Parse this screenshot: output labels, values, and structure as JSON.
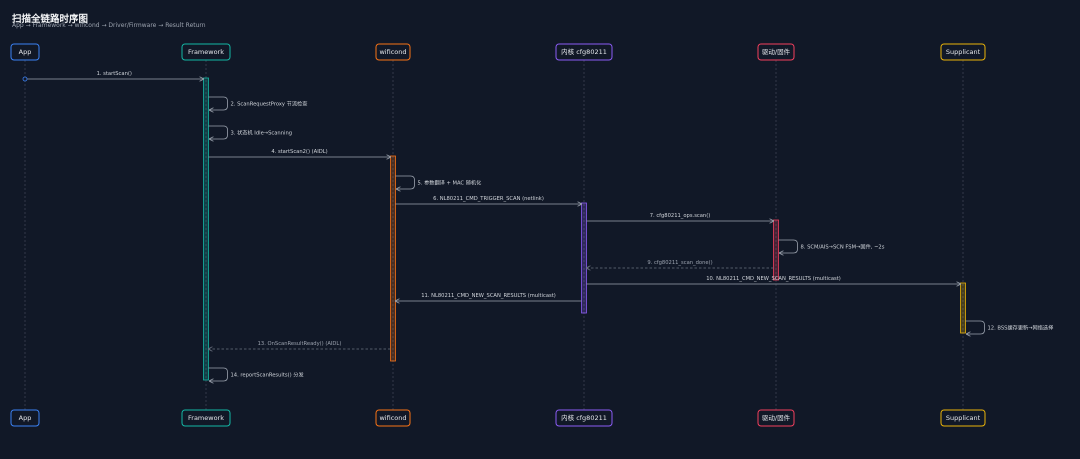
{
  "diagram": {
    "title": "扫描全链路时序图",
    "subtitle": "App → Framework → wificond → Driver/Firmware → Result Return"
  },
  "participants": [
    {
      "id": "app",
      "label": "App",
      "color": "#3b82f6"
    },
    {
      "id": "framework",
      "label": "Framework",
      "color": "#14b8a6"
    },
    {
      "id": "wificond",
      "label": "wificond",
      "color": "#f97316"
    },
    {
      "id": "kernel",
      "label": "内核 cfg80211",
      "color": "#8b5cf6"
    },
    {
      "id": "driver",
      "label": "驱动/固件",
      "color": "#f43f5e"
    },
    {
      "id": "supplicant",
      "label": "Supplicant",
      "color": "#eab308"
    }
  ],
  "activations": [
    {
      "participant": "framework",
      "from": 0,
      "to": 13
    },
    {
      "participant": "wificond",
      "from": 3,
      "to": 12
    },
    {
      "participant": "kernel",
      "from": 5,
      "to": 10
    },
    {
      "participant": "driver",
      "from": 6,
      "to": 8
    },
    {
      "participant": "supplicant",
      "from": 9,
      "to": 11
    }
  ],
  "messages": [
    {
      "from": "app",
      "to": "framework",
      "kind": "call",
      "label": "1. startScan()"
    },
    {
      "from": "framework",
      "to": "framework",
      "kind": "self",
      "label": "2. ScanRequestProxy 节流检查"
    },
    {
      "from": "framework",
      "to": "framework",
      "kind": "self",
      "label": "3. 状态机 Idle→Scanning"
    },
    {
      "from": "framework",
      "to": "wificond",
      "kind": "call",
      "label": "4. startScan2() (AIDL)"
    },
    {
      "from": "wificond",
      "to": "wificond",
      "kind": "self",
      "label": "5. 参数翻译 + MAC 随机化"
    },
    {
      "from": "wificond",
      "to": "kernel",
      "kind": "call",
      "label": "6. NL80211_CMD_TRIGGER_SCAN (netlink)"
    },
    {
      "from": "kernel",
      "to": "driver",
      "kind": "call",
      "label": "7. cfg80211_ops.scan()"
    },
    {
      "from": "driver",
      "to": "driver",
      "kind": "self",
      "label": "8. SCM/AIS→SCN FSM→固件, ~2s"
    },
    {
      "from": "driver",
      "to": "kernel",
      "kind": "reply",
      "label": "9. cfg80211_scan_done()"
    },
    {
      "from": "kernel",
      "to": "supplicant",
      "kind": "call",
      "label": "10. NL80211_CMD_NEW_SCAN_RESULTS (multicast)"
    },
    {
      "from": "kernel",
      "to": "wificond",
      "kind": "call",
      "label": "11. NL80211_CMD_NEW_SCAN_RESULTS (multicast)"
    },
    {
      "from": "supplicant",
      "to": "supplicant",
      "kind": "self",
      "label": "12. BSS缓存更新→网络选择"
    },
    {
      "from": "wificond",
      "to": "framework",
      "kind": "reply",
      "label": "13. OnScanResultReady() (AIDL)"
    },
    {
      "from": "framework",
      "to": "framework",
      "kind": "self",
      "label": "14. reportScanResults() 分发"
    }
  ]
}
